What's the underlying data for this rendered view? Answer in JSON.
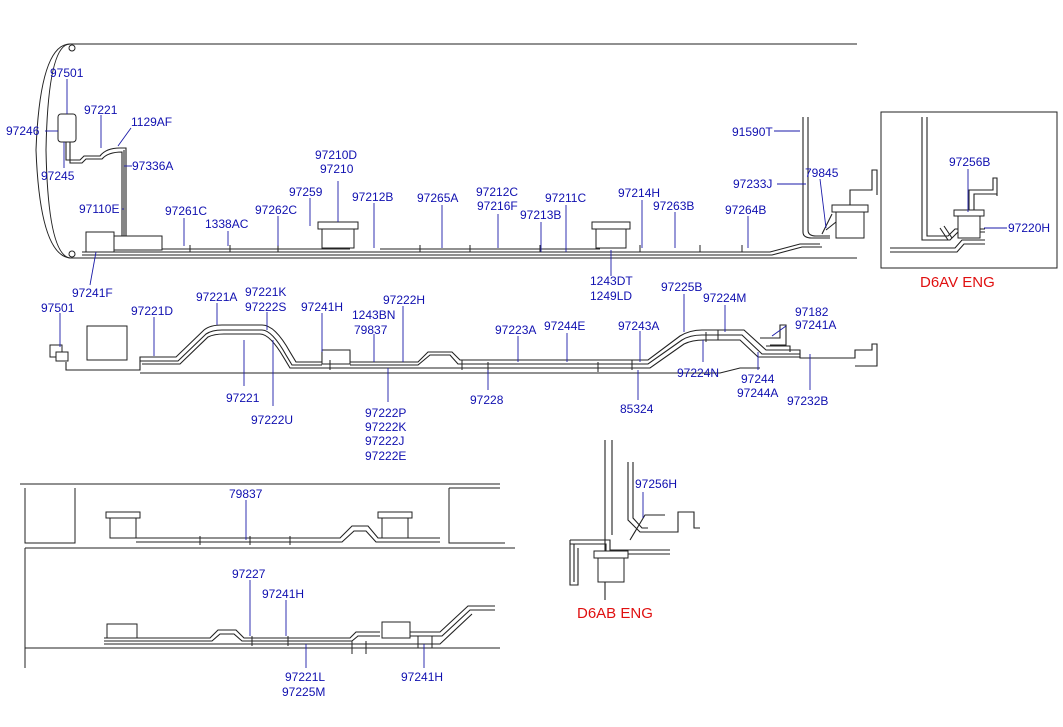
{
  "labels": {
    "l97501a": "97501",
    "l97221a": "97221",
    "l97246": "97246",
    "l1129AF": "1129AF",
    "l97336A": "97336A",
    "l97245": "97245",
    "l97110E": "97110E",
    "l97241F": "97241F",
    "l97261C": "97261C",
    "l1338AC": "1338AC",
    "l97262C": "97262C",
    "l97259": "97259",
    "l97210D": "97210D",
    "l97210": "97210",
    "l97212B": "97212B",
    "l97265A": "97265A",
    "l97212C": "97212C",
    "l97216F": "97216F",
    "l97211C": "97211C",
    "l97213B": "97213B",
    "l97214H": "97214H",
    "l97263B": "97263B",
    "l97264B": "97264B",
    "l91590T": "91590T",
    "l97233J": "97233J",
    "l79845": "79845",
    "l1243DT": "1243DT",
    "l1249LD": "1249LD",
    "l97256B": "97256B",
    "l97220H": "97220H",
    "l97501b": "97501",
    "l97221D": "97221D",
    "l97221A": "97221A",
    "l97221K": "97221K",
    "l97222S": "97222S",
    "l97241Ha": "97241H",
    "l97222H": "97222H",
    "l1243BN": "1243BN",
    "l79837a": "79837",
    "l97223A": "97223A",
    "l97244E": "97244E",
    "l97243A": "97243A",
    "l97225B": "97225B",
    "l97224M": "97224M",
    "l97182": "97182",
    "l97241A": "97241A",
    "l97221b": "97221",
    "l97222U": "97222U",
    "l97222P": "97222P",
    "l97222K": "97222K",
    "l97222J": "97222J",
    "l97222E": "97222E",
    "l97228": "97228",
    "l85324": "85324",
    "l97224N": "97224N",
    "l97244": "97244",
    "l97244A": "97244A",
    "l97232B": "97232B",
    "l97256H": "97256H",
    "l79837b": "79837",
    "l97227": "97227",
    "l97241Hb": "97241H",
    "l97221L": "97221L",
    "l97225M": "97225M",
    "l97241Hc": "97241H"
  },
  "engines": {
    "d6av": "D6AV ENG",
    "d6ab": "D6AB ENG"
  },
  "colors": {
    "label": "#1010b0",
    "engine": "#e01010",
    "line": "#222222"
  }
}
